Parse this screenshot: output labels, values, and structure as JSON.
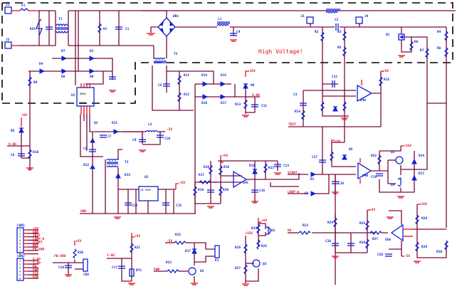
{
  "diagram": {
    "type": "electronic-schematic",
    "warning_label": "High Voltage!",
    "colors": {
      "wire": "#7a0a3c",
      "component": "#1020d0",
      "net_label": "#e0101c",
      "pin_stub": "#e0101c",
      "boundary": "#000000"
    },
    "ground_net": "GND",
    "connectors": [
      {
        "ref": "J1",
        "label": "J1"
      },
      {
        "ref": "J2",
        "label": "J2"
      },
      {
        "ref": "J3",
        "label": "J3"
      },
      {
        "ref": "J4",
        "label": "J4"
      }
    ],
    "header_connectors": [
      {
        "ref": "CON1",
        "pins": [
          "+5V",
          "GND",
          "TEST",
          "LOOP-A",
          "START",
          "REF",
          "FB-VAD",
          ""
        ]
      },
      {
        "ref": "CON2",
        "pins": [
          "V-AD",
          "I-AD",
          "DA",
          "PWM",
          "CLK",
          "DIR"
        ]
      }
    ],
    "net_labels": {
      "plus5v": "+5V",
      "minus5v": "-5V",
      "plus15v": "+15V",
      "gnd": "GND",
      "vad": "V-AD",
      "test": "TEST",
      "start": "START",
      "loop": "LOOP-A",
      "fbvad": "FB-VAD",
      "iad": "I-AD",
      "pwm": "PWM",
      "da": "DA"
    },
    "components": {
      "fuse": "F1",
      "varistor": "RV1",
      "bridge": "BR1",
      "common_mode_choke": "T1",
      "inductor_l1": "L1",
      "inductor_l2": "L2",
      "transformer_main": "T2",
      "transformer_aux": "T3",
      "display": "U1",
      "regulator": "U2",
      "regulator_text": "LM 7805",
      "opamp_a": "U4A",
      "opamp_b": "U4B",
      "opamp_c": "U5A",
      "opamp_d": "U4C",
      "mosfet": "Q1",
      "transistor_q2": "Q2",
      "transistor_q3": "Q3",
      "transistor_q4": "Q4",
      "relay": "K1",
      "buzzer": "B1",
      "ntc": "RT1",
      "connector_small": "CN3",
      "caps": [
        "C1",
        "C2",
        "C3",
        "C4",
        "C5",
        "C6",
        "C7",
        "C8",
        "C9",
        "C10",
        "C11",
        "C12",
        "C13",
        "C14",
        "C15",
        "C16",
        "C17",
        "C18",
        "C19",
        "C20"
      ],
      "resistors": [
        "R1",
        "R2",
        "R3",
        "R4",
        "R5",
        "R6",
        "R7",
        "R8",
        "R9",
        "R10",
        "R11",
        "R12",
        "R13",
        "R14",
        "R15",
        "R16",
        "R17",
        "R18",
        "R19",
        "R20",
        "R21",
        "R22",
        "R23",
        "R24",
        "R25",
        "R26",
        "R27",
        "R28",
        "R29",
        "R30"
      ],
      "diodes": [
        "D1",
        "D2",
        "D3",
        "D4",
        "D5",
        "D6",
        "D7",
        "D8",
        "D9",
        "D10",
        "D11",
        "D12",
        "D13",
        "D14",
        "D15",
        "D16",
        "D17"
      ]
    }
  }
}
